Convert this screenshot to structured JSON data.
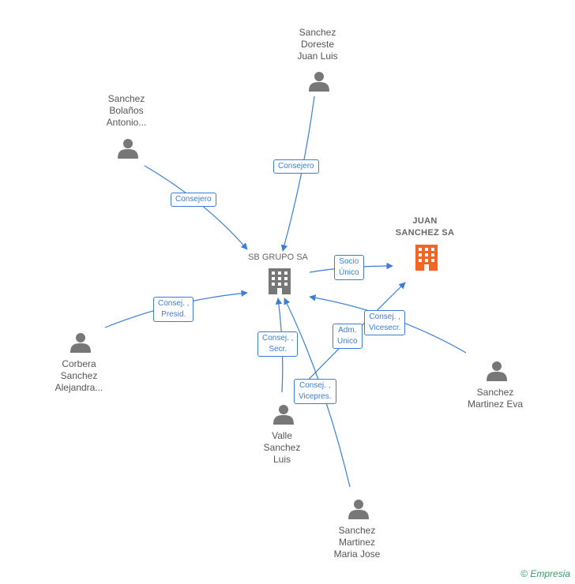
{
  "companies": {
    "sb_grupo": {
      "label": "SB GRUPO SA"
    },
    "juan_sanchez": {
      "label": "JUAN\nSANCHEZ SA"
    }
  },
  "people": [
    {
      "id": "doreste",
      "label": "Sanchez\nDoreste\nJuan Luis"
    },
    {
      "id": "bolanos",
      "label": "Sanchez\nBolaños\nAntonio..."
    },
    {
      "id": "corbera",
      "label": "Corbera\nSanchez\nAlejandra..."
    },
    {
      "id": "valle",
      "label": "Valle\nSanchez\nLuis"
    },
    {
      "id": "eva",
      "label": "Sanchez\nMartinez Eva"
    },
    {
      "id": "mariajose",
      "label": "Sanchez\nMartinez\nMaria Jose"
    }
  ],
  "edges": [
    {
      "id": "e1",
      "label": "Consejero"
    },
    {
      "id": "e2",
      "label": "Consejero"
    },
    {
      "id": "e3",
      "label": "Consej. ,\nPresid."
    },
    {
      "id": "e4",
      "label": "Consej. ,\nSecr."
    },
    {
      "id": "e5",
      "label": "Consej. ,\nVicepres."
    },
    {
      "id": "e6",
      "label": "Adm.\nUnico"
    },
    {
      "id": "e7",
      "label": "Consej. ,\nVicesecr."
    },
    {
      "id": "e8",
      "label": "Socio\nÚnico"
    }
  ],
  "colors": {
    "edge": "#3b7dd8",
    "person": "#777777",
    "company": "#777777",
    "main_company": "#f26522"
  },
  "brand": {
    "copyright": "©",
    "name": "Empresia"
  }
}
